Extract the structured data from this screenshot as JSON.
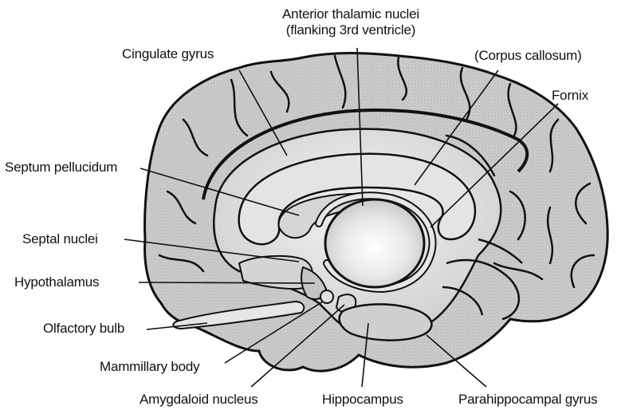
{
  "diagram": {
    "colors": {
      "outline": "#111111",
      "tissue": "#c9c9c9",
      "tissue_light": "#e2e2e2",
      "highlight": "#f4f4f4",
      "background": "#ffffff"
    },
    "labels": {
      "anterior_thalamic_nuclei_line1": "Anterior thalamic nuclei",
      "anterior_thalamic_nuclei_line2": "(flanking 3rd ventricle)",
      "cingulate_gyrus": "Cingulate gyrus",
      "corpus_callosum": "(Corpus callosum)",
      "fornix": "Fornix",
      "septum_pellucidum": "Septum pellucidum",
      "septal_nuclei": "Septal nuclei",
      "hypothalamus": "Hypothalamus",
      "olfactory_bulb": "Olfactory bulb",
      "mammillary_body": "Mammillary body",
      "amygdaloid_nucleus": "Amygdaloid nucleus",
      "hippocampus": "Hippocampus",
      "parahippocampal_gyrus": "Parahippocampal gyrus"
    }
  }
}
